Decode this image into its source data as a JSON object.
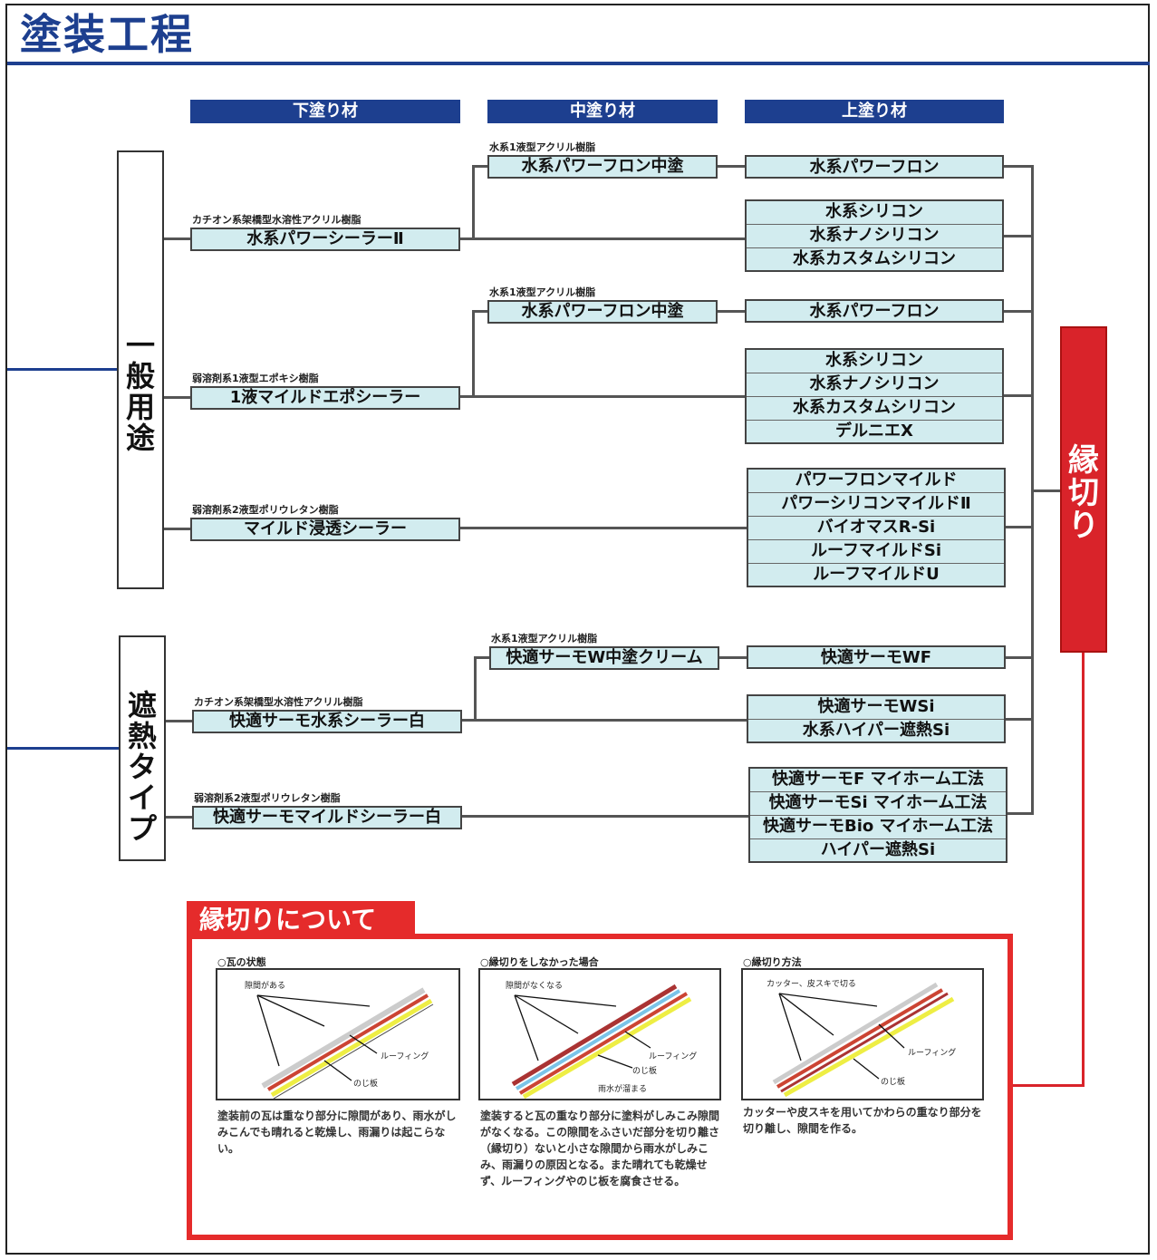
{
  "title": "塗装工程",
  "headers": {
    "under": "下塗り材",
    "middle": "中塗り材",
    "top": "上塗り材"
  },
  "categories": {
    "general": "一般用途",
    "thermal": "遮熱タイプ"
  },
  "side_label": "縁切り",
  "groups": {
    "g1": {
      "under_caption": "カチオン系架橋型水溶性アクリル樹脂",
      "under": "水系パワーシーラーⅡ",
      "middle_caption": "水系1液型アクリル樹脂",
      "middle": "水系パワーフロン中塗",
      "top_a": [
        "水系パワーフロン"
      ],
      "top_b": [
        "水系シリコン",
        "水系ナノシリコン",
        "水系カスタムシリコン"
      ]
    },
    "g2": {
      "under_caption": "弱溶剤系1液型エポキシ樹脂",
      "under": "1液マイルドエポシーラー",
      "middle_caption": "水系1液型アクリル樹脂",
      "middle": "水系パワーフロン中塗",
      "top_a": [
        "水系パワーフロン"
      ],
      "top_b": [
        "水系シリコン",
        "水系ナノシリコン",
        "水系カスタムシリコン",
        "デルニエX"
      ]
    },
    "g3": {
      "under_caption": "弱溶剤系2液型ポリウレタン樹脂",
      "under": "マイルド浸透シーラー",
      "top": [
        "パワーフロンマイルド",
        "パワーシリコンマイルドⅡ",
        "バイオマスR-Si",
        "ルーフマイルドSi",
        "ルーフマイルドU"
      ]
    },
    "g4": {
      "under_caption": "カチオン系架橋型水溶性アクリル樹脂",
      "under": "快適サーモ水系シーラー白",
      "middle_caption": "水系1液型アクリル樹脂",
      "middle": "快適サーモW中塗クリーム",
      "top_a": [
        "快適サーモWF"
      ],
      "top_b": [
        "快適サーモWSi",
        "水系ハイパー遮熱Si"
      ]
    },
    "g5": {
      "under_caption": "弱溶剤系2液型ポリウレタン樹脂",
      "under": "快適サーモマイルドシーラー白",
      "top": [
        "快適サーモF マイホーム工法",
        "快適サーモSi マイホーム工法",
        "快適サーモBio マイホーム工法",
        "ハイパー遮熱Si"
      ]
    }
  },
  "note": {
    "tab": "縁切りについて",
    "p1": {
      "title": "○瓦の状態",
      "annotations": [
        "隙間がある",
        "ルーフィング",
        "のじ板"
      ],
      "desc": "塗装前の瓦は重なり部分に隙間があり、雨水がしみこんでも晴れると乾燥し、雨漏りは起こらない。"
    },
    "p2": {
      "title": "○縁切りをしなかった場合",
      "annotations": [
        "隙間がなくなる",
        "ルーフィング",
        "のじ板",
        "雨水が溜まる"
      ],
      "desc": "塗装すると瓦の重なり部分に塗料がしみこみ隙間がなくなる。この隙間をふさいだ部分を切り離さ（縁切り）ないと小さな隙間から雨水がしみこみ、雨漏りの原因となる。また晴れても乾燥せず、ルーフィングやのじ板を腐食させる。"
    },
    "p3": {
      "title": "○縁切り方法",
      "annotations": [
        "カッター、皮スキで切る",
        "ルーフィング",
        "のじ板"
      ],
      "desc": "カッターや皮スキを用いてかわらの重なり部分を切り離し、隙間を作る。"
    }
  },
  "colors": {
    "navy": "#1d3f8f",
    "box": "#d2ecef",
    "red": "#d9232a",
    "note_red": "#e52b2b"
  }
}
